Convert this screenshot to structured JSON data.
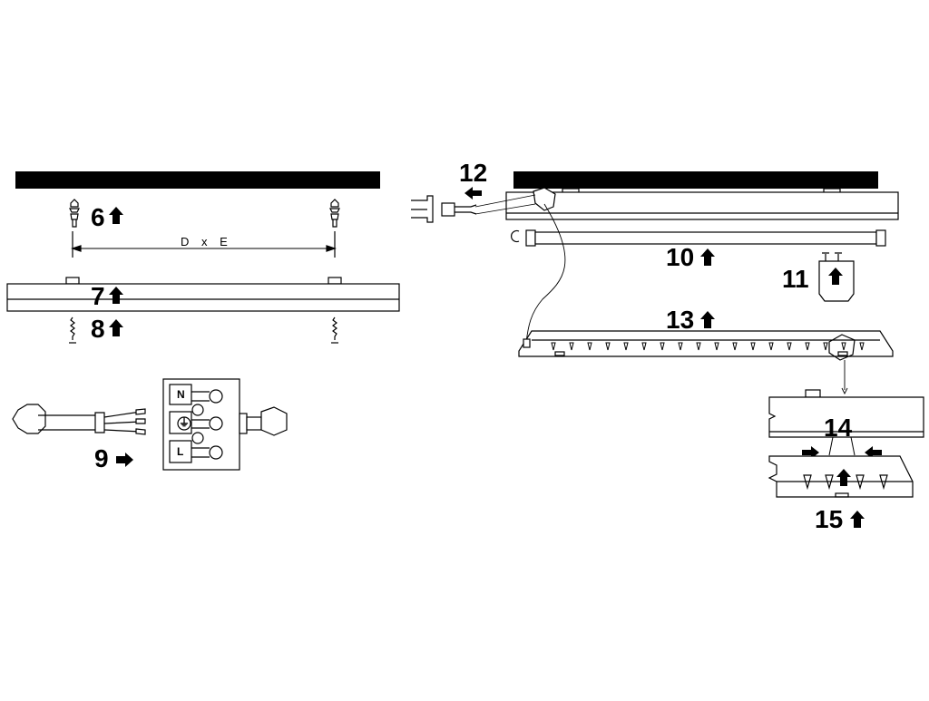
{
  "steps": {
    "s6": "6",
    "s7": "7",
    "s8": "8",
    "s9": "9",
    "s10": "10",
    "s11": "11",
    "s12": "12",
    "s13": "13",
    "s14": "14",
    "s15": "15"
  },
  "dimension_label": "D x E",
  "terminal_marks": {
    "n": "N",
    "earth": "⏚",
    "l": "L"
  },
  "colors": {
    "line": "#000000",
    "background": "#ffffff"
  }
}
